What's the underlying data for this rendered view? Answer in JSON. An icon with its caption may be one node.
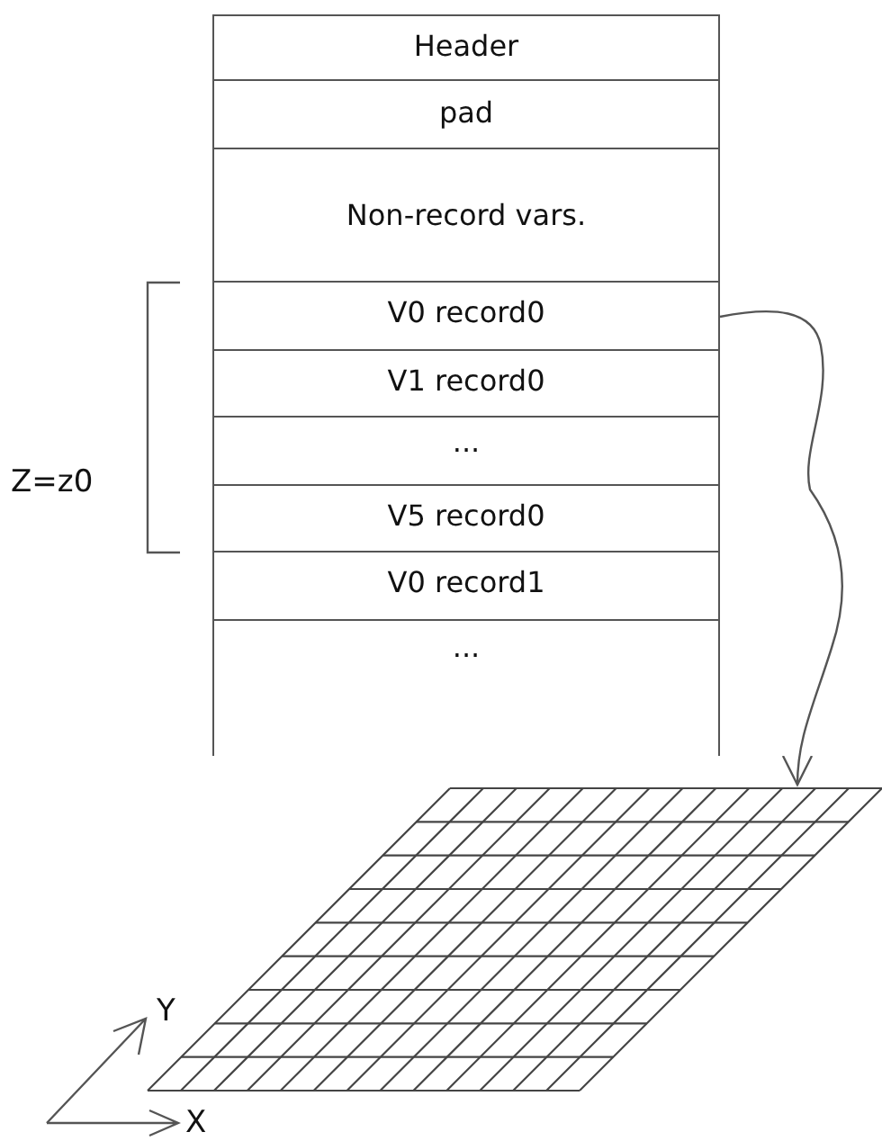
{
  "diagram": {
    "nodes": [
      {
        "text": [
          "Header"
        ]
      },
      {
        "text": [
          "pad"
        ]
      },
      {
        "text": [
          "Non-record vars."
        ]
      },
      {
        "text": [
          "V0 record0"
        ]
      },
      {
        "text": [
          "V1 record0"
        ]
      },
      {
        "text": [
          "..."
        ]
      },
      {
        "text": [
          "V5 record0"
        ]
      },
      {
        "text": [
          "V0 record1"
        ]
      },
      {
        "text": [
          "..."
        ]
      },
      {
        "text": [],
        "shape": "grid"
      }
    ],
    "edges": [
      {
        "from": 3,
        "to": 9,
        "arrow": "to"
      }
    ],
    "labels": [
      "Z=z0",
      "Y",
      "X"
    ]
  }
}
